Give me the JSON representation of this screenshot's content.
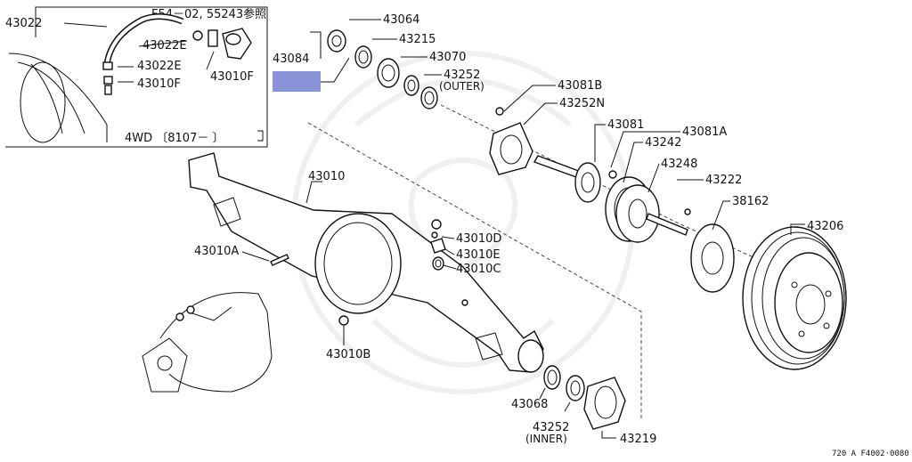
{
  "inset": {
    "reference_note": "F54－02, 55243参照",
    "variant_note": "4WD 〔8107－ 〕",
    "parts": [
      "43022",
      "43022E",
      "43022E",
      "43010F",
      "43010F"
    ]
  },
  "highlight_color": "#8a93d8",
  "labels": {
    "p43064": "43064",
    "p43215": "43215",
    "p43084": "43084",
    "p43070": "43070",
    "p43252_outer": "43252",
    "outer_note": "(OUTER)",
    "p43081B": "43081B",
    "p43252N": "43252N",
    "p43081": "43081",
    "p43081A": "43081A",
    "p43242": "43242",
    "p43248": "43248",
    "p43222": "43222",
    "p38162": "38162",
    "p43206": "43206",
    "p43010": "43010",
    "p43010D": "43010D",
    "p43010E": "43010E",
    "p43010C": "43010C",
    "p43010A": "43010A",
    "p43010B": "43010B",
    "p43068": "43068",
    "p43252_inner": "43252",
    "inner_note": "(INNER)",
    "p43219": "43219"
  },
  "drawing_code": "720 A F4002·0080"
}
